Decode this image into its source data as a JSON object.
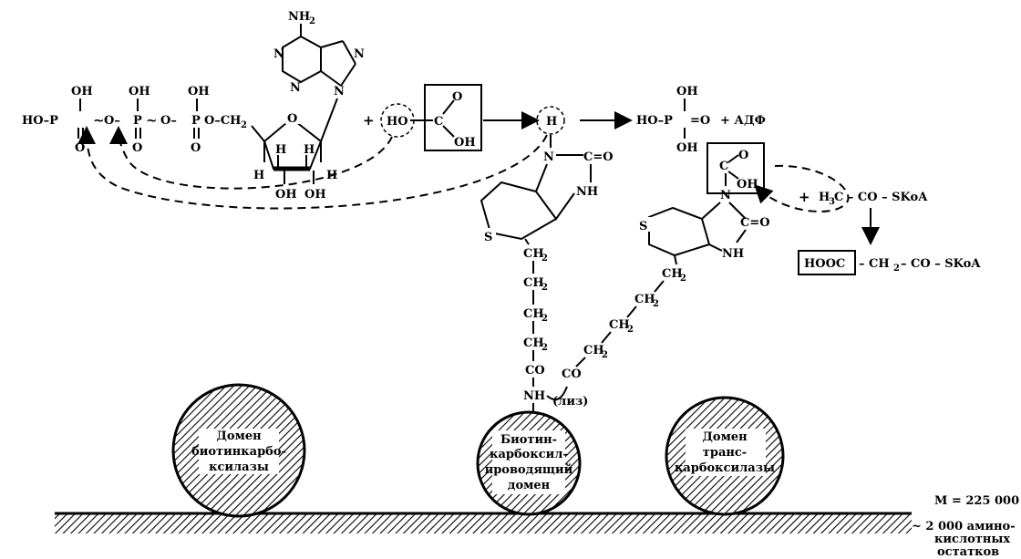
{
  "atp": {
    "oh1": "OH",
    "oh2": "OH",
    "oh3": "OH",
    "ho_p": "HO–P",
    "p2": "P",
    "p3": "P",
    "o1": "O",
    "o2": "O",
    "o3": "O",
    "tilde1": "~",
    "tilde2": "~",
    "o_bridge1": "O–",
    "o_ch2": "O–CH",
    "sub2": "2",
    "nh2": "NH",
    "nh2_sub": "2",
    "n1": "N",
    "n2": "N",
    "n3": "N",
    "n4": "N",
    "ring_o": "O",
    "h1": "H",
    "h2": "H",
    "h3": "H",
    "h4": "H",
    "oh_r1": "OH",
    "oh_r2": "OH"
  },
  "bicarb": {
    "plus": "+",
    "ho": "HO",
    "c": "C",
    "o": "O",
    "oh": "OH"
  },
  "h_label": "H",
  "phosphate": {
    "oh_top": "OH",
    "ho_p": "HO–P",
    "eq_o": "=O",
    "oh_bottom": "OH",
    "plus_adp": "+ АДФ"
  },
  "biotin1": {
    "n": "N",
    "c_o": "C=O",
    "nh": "NH",
    "s": "S",
    "ch2": [
      "CH",
      "CH",
      "CH",
      "CH"
    ],
    "sub": "2",
    "co": "CO",
    "nh_link": "NH",
    "liz": "(лиз)"
  },
  "biotin2": {
    "n": "N",
    "c_o": "C=O",
    "nh": "NH",
    "s": "S",
    "ch2": [
      "CH",
      "CH",
      "CH",
      "CH"
    ],
    "sub": "2",
    "co": "CO",
    "carb_c": "C",
    "carb_o": "O",
    "carb_oh": "OH"
  },
  "acetyl": {
    "plus": "+",
    "h3c": "H",
    "sub3": "3",
    "c_co": "C – CO – SKoA"
  },
  "malonyl": {
    "hooc": "HOOC",
    "rest": "– CH",
    "sub2": "2",
    "tail": "– CO – SKoA"
  },
  "domains": {
    "d1": [
      "Домен",
      "биотинкарбо-",
      "ксилазы"
    ],
    "d2": [
      "Биотин-",
      "карбоксил-",
      "проводящий",
      "домен"
    ],
    "d3": [
      "Домен",
      "транс-",
      "карбоксилазы"
    ]
  },
  "mass": {
    "m": "M = 225 000",
    "aa1": "~ 2 000 амино-",
    "aa2": "кислотных",
    "aa3": "остатков"
  }
}
